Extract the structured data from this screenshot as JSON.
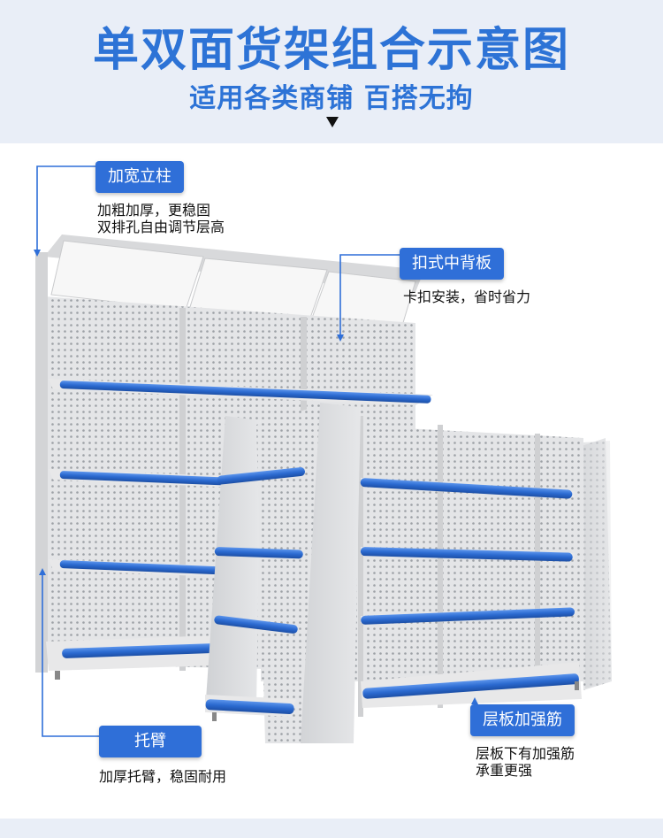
{
  "header": {
    "title": "单双面货架组合示意图",
    "subtitle": "适用各类商铺 百搭无拘"
  },
  "callouts": {
    "column": {
      "label": "加宽立柱",
      "desc_line1": "加粗加厚，更稳固",
      "desc_line2": "双排孔自由调节层高"
    },
    "backboard": {
      "label": "扣式中背板",
      "desc_line1": "卡扣安装，省时省力"
    },
    "bracket": {
      "label": "托臂",
      "desc_line1": "加厚托臂，稳固耐用"
    },
    "rib": {
      "label": "层板加强筋",
      "desc_line1": "层板下有加强筋",
      "desc_line2": "承重更强"
    }
  },
  "colors": {
    "accent": "#2f6fd8",
    "title_blue": "#2d73d6",
    "header_bg": "#e9eef7",
    "shelf_gray": "#dcdcdc",
    "shelf_blue": "#2b6ad0"
  }
}
